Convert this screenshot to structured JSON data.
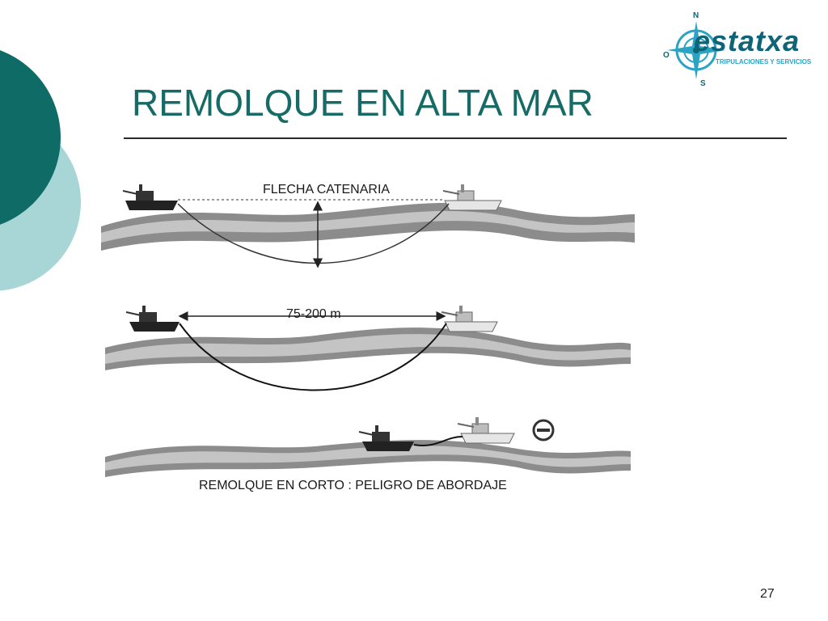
{
  "slide": {
    "title": "REMOLQUE EN ALTA MAR",
    "page_number": "27"
  },
  "logo": {
    "name": "estatxa",
    "tagline": "TRIPULACIONES Y SERVICIOS",
    "compass": {
      "n": "N",
      "s": "S",
      "o": "O"
    }
  },
  "diagram": {
    "label_catenary": "FLECHA CATENARIA",
    "label_distance": "75-200 m",
    "label_short_tow": "REMOLQUE EN CORTO : PELIGRO DE ABORDAJE"
  },
  "colors": {
    "title": "#176b66",
    "deco_dark": "#0f6b66",
    "deco_light": "#a8d5d6",
    "wave_dark": "#8c8c8c",
    "wave_light": "#c4c4c4"
  }
}
